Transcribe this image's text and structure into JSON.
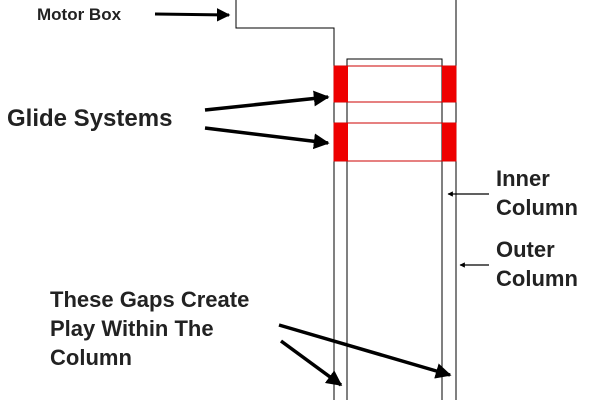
{
  "labels": {
    "motor_box": "Motor Box",
    "glide_systems": "Glide Systems",
    "inner_column": [
      "Inner",
      "Column"
    ],
    "outer_column": [
      "Outer",
      "Column"
    ],
    "gaps": [
      "These Gaps Create",
      "Play Within The",
      "Column"
    ]
  },
  "colors": {
    "line": "#000000",
    "glide": "#ee0000",
    "glide_outline": "#cc0000",
    "text": "#222222"
  }
}
